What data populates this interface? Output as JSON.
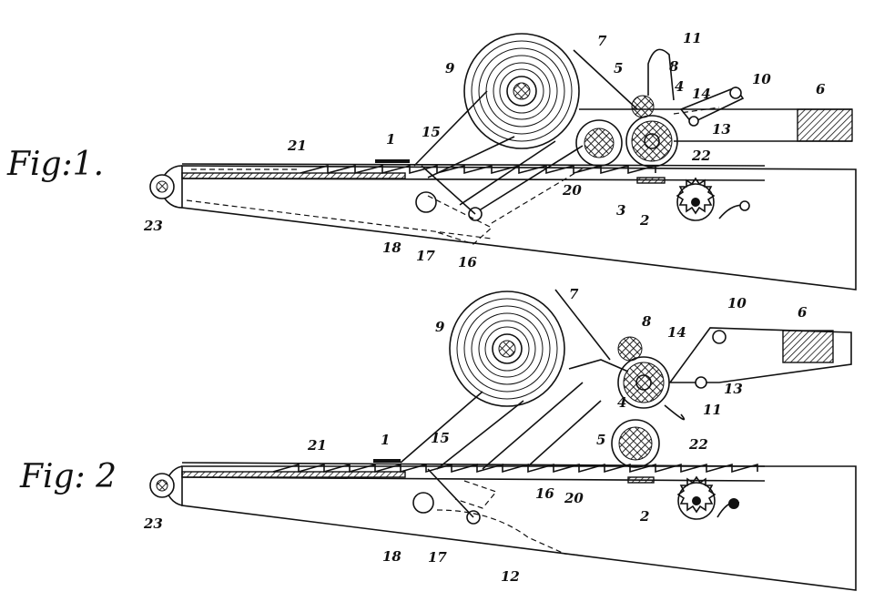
{
  "figures": [
    {
      "label": "Fig:1.",
      "refs": [
        "1",
        "2",
        "3",
        "4",
        "5",
        "6",
        "7",
        "8",
        "9",
        "10",
        "11",
        "13",
        "14",
        "15",
        "16",
        "17",
        "18",
        "20",
        "21",
        "22",
        "23"
      ]
    },
    {
      "label": "Fig: 2",
      "refs": [
        "1",
        "2",
        "4",
        "5",
        "6",
        "7",
        "8",
        "9",
        "10",
        "11",
        "12",
        "13",
        "14",
        "15",
        "16",
        "17",
        "18",
        "20",
        "21",
        "22",
        "23"
      ]
    }
  ]
}
